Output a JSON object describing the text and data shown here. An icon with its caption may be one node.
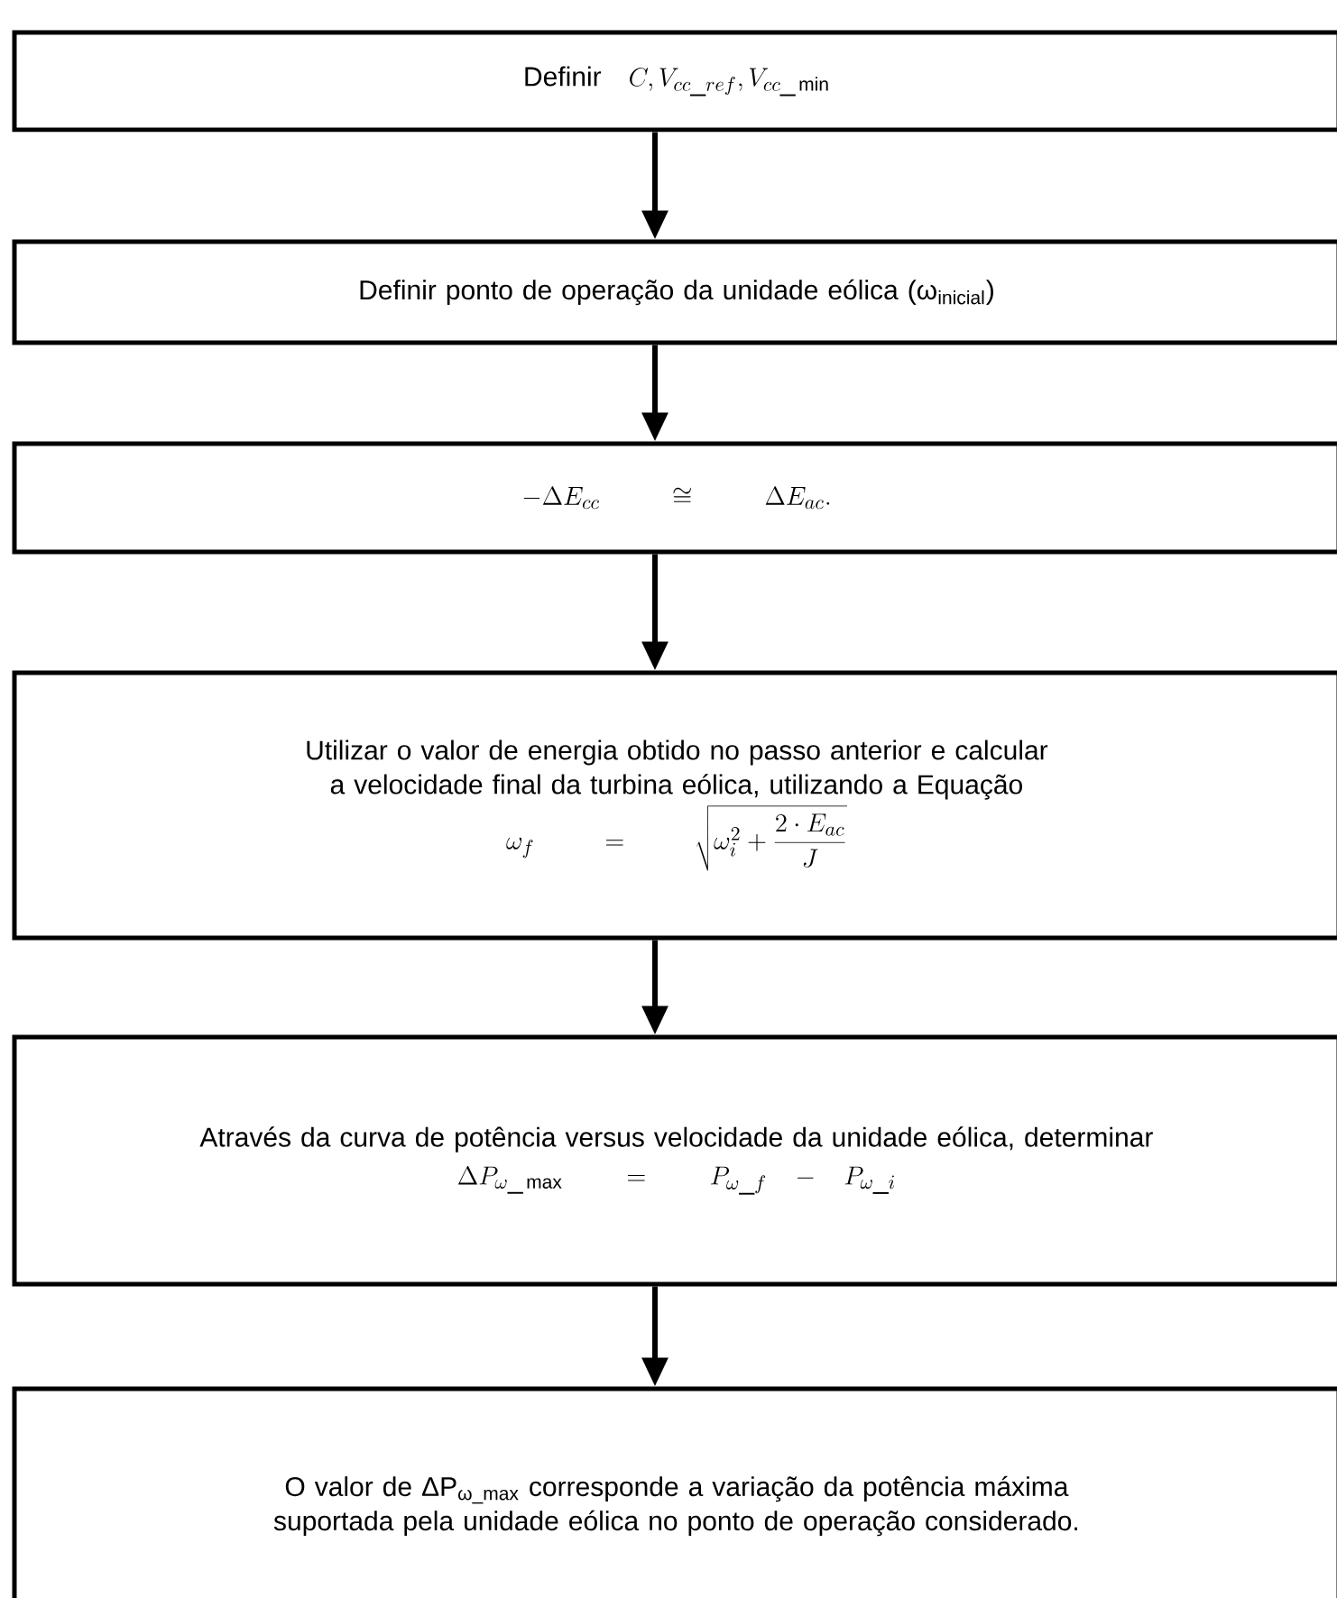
{
  "diagram": {
    "nodes": [
      {
        "text": [
          "Definir",
          "C,V_{cc\\_ref},V_{cc\\_\\min}"
        ]
      },
      {
        "text": [
          "Definir ponto de operação da unidade eólica (ω$_{inicial}$)"
        ]
      },
      {
        "text": [
          "-\\Delta E_{cc} \\cong \\Delta E_{ac}."
        ]
      },
      {
        "text": [
          "Utilizar  o valor de energia obtido no passo anterior e calcular a velocidade final da turbina eólica, utilizando a Equação",
          "\\omega_f = \\sqrt{\\omega_i^2 + \\frac{2 \\cdot E_{ac}}{J}}"
        ]
      },
      {
        "text": [
          "Através da curva de potência versus velocidade da unidade eólica, determinar",
          "\\Delta P_{\\omega\\_\\max} = P_{\\omega\\_f} - P_{\\omega\\_i}"
        ]
      },
      {
        "text": [
          "O valor de ΔP$_{ω_max}$ corresponde a variação da potência máxima suportada pela unidade eólica no ponto de operação considerado."
        ]
      }
    ],
    "edges": [
      {
        "from": 0,
        "to": 1,
        "arrow": "to"
      },
      {
        "from": 1,
        "to": 2,
        "arrow": "to"
      },
      {
        "from": 2,
        "to": 3,
        "arrow": "to"
      },
      {
        "from": 3,
        "to": 4,
        "arrow": "to"
      },
      {
        "from": 4,
        "to": 5,
        "arrow": "to"
      }
    ]
  }
}
